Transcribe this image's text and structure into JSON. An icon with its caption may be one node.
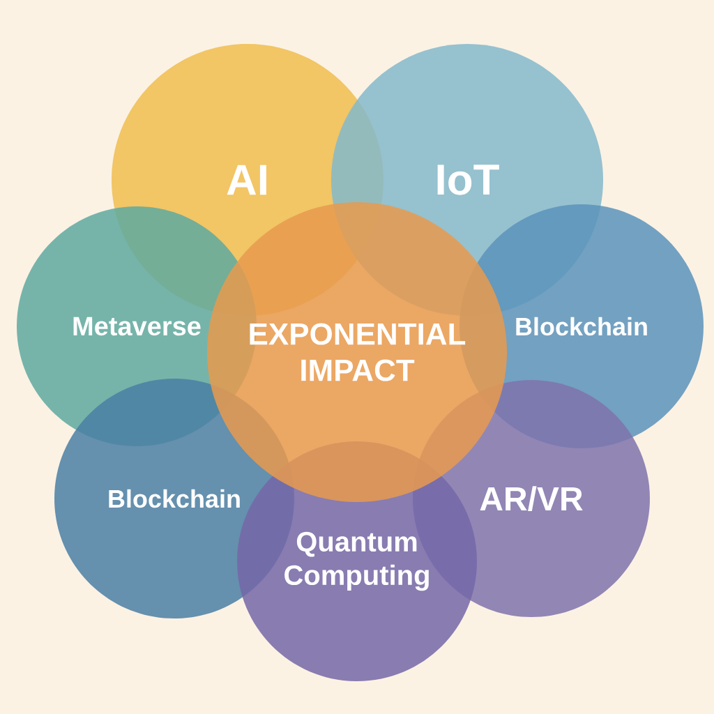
{
  "diagram": {
    "nodes": [
      {
        "text": [
          "AI"
        ]
      },
      {
        "text": [
          "IoT"
        ]
      },
      {
        "text": [
          "Metaverse"
        ]
      },
      {
        "text": [
          "EXPONENTIAL IMPACT"
        ]
      },
      {
        "text": [
          "Blockchain"
        ]
      },
      {
        "text": [
          "Blockchain"
        ]
      },
      {
        "text": [
          "AR/VR"
        ]
      },
      {
        "text": [
          "Quantum Computing"
        ]
      }
    ]
  }
}
